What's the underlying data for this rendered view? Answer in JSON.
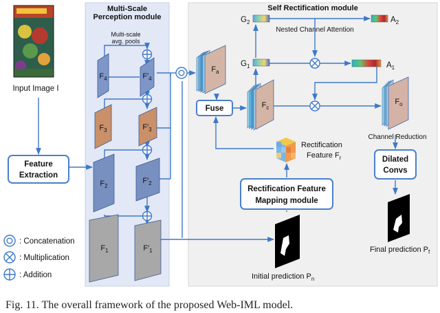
{
  "panels": {
    "msp_title_line1": "Multi-Scale",
    "msp_title_line2": "Perception module",
    "sr_title": "Self Rectification module"
  },
  "labels": {
    "input_image": "Input Image I",
    "multiscale_line1": "Multi-scale",
    "multiscale_line2": "avg. pools",
    "nested_attention": "Nested Channel Attention",
    "channel_reduction": "Channel Reduction",
    "rectification_feature_line1": "Rectification",
    "rectification_feature_line2": "Feature F",
    "rectification_feature_sub": "r",
    "initial_prediction": "Initial prediction P",
    "initial_prediction_sub": "n",
    "final_prediction": "Final prediction P",
    "final_prediction_sub": "f"
  },
  "boxes": {
    "feature_extraction_line1": "Feature",
    "feature_extraction_line2": "Extraction",
    "fuse": "Fuse",
    "rfm_line1": "Rectification Feature",
    "rfm_line2": "Mapping module",
    "dilated_line1": "Dilated",
    "dilated_line2": "Convs"
  },
  "features": {
    "f4": {
      "main": "F",
      "sub": "4",
      "prime": false
    },
    "f4p": {
      "main": "F",
      "sub": "4",
      "prime": true
    },
    "f3": {
      "main": "F",
      "sub": "3",
      "prime": false
    },
    "f3p": {
      "main": "F",
      "sub": "3",
      "prime": true
    },
    "f2": {
      "main": "F",
      "sub": "2",
      "prime": false
    },
    "f2p": {
      "main": "F",
      "sub": "2",
      "prime": true
    },
    "f1": {
      "main": "F",
      "sub": "1",
      "prime": false
    },
    "f1p": {
      "main": "F",
      "sub": "1",
      "prime": true
    },
    "fa": {
      "main": "F",
      "sub": "a"
    },
    "fc": {
      "main": "F",
      "sub": "c"
    },
    "fo": {
      "main": "F",
      "sub": "o"
    }
  },
  "attention": {
    "g2": {
      "main": "G",
      "sub": "2"
    },
    "g1": {
      "main": "G",
      "sub": "1"
    },
    "a2": {
      "main": "A",
      "sub": "2"
    },
    "a1": {
      "main": "A",
      "sub": "1"
    }
  },
  "legend": {
    "concatenation": ": Concatenation",
    "multiplication": ": Multiplication",
    "addition": ": Addition"
  },
  "caption": "Fig. 11.   The overall framework of the proposed Web-IML model.",
  "colors": {
    "msp_panel": "#e2e8f6",
    "sr_panel": "#f0f0f0",
    "accent_blue": "#3d78c9",
    "box_border": "#4a7fca",
    "f4_fill": "#7e97c8",
    "f3_fill": "#c9906a",
    "f2_fill": "#7890c0",
    "f1_fill": "#a8a8a8",
    "fa_fill": "#d4b5a5",
    "fc_fill": "#d4b4a4",
    "fo_fill": "#d5b2a6"
  }
}
